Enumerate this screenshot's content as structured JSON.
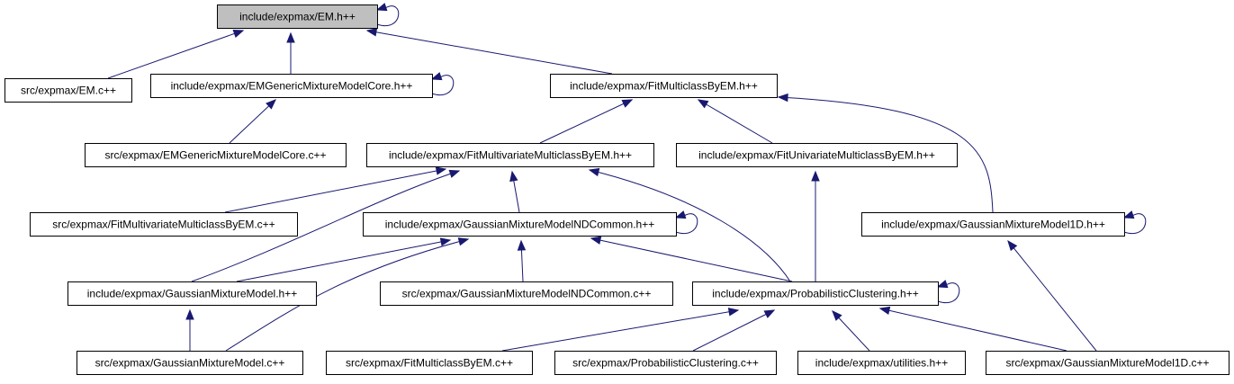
{
  "diagram": {
    "title": "",
    "nodes": [
      {
        "id": "em_h",
        "label": "include/expmax/EM.h++",
        "highlighted": true
      },
      {
        "id": "em_c",
        "label": "src/expmax/EM.c++"
      },
      {
        "id": "core_h",
        "label": "include/expmax/EMGenericMixtureModelCore.h++"
      },
      {
        "id": "fitmc_h",
        "label": "include/expmax/FitMulticlassByEM.h++"
      },
      {
        "id": "core_c",
        "label": "src/expmax/EMGenericMixtureModelCore.c++"
      },
      {
        "id": "fitmv_h",
        "label": "include/expmax/FitMultivariateMulticlassByEM.h++"
      },
      {
        "id": "fituv_h",
        "label": "include/expmax/FitUnivariateMulticlassByEM.h++"
      },
      {
        "id": "fitmv_c",
        "label": "src/expmax/FitMultivariateMulticlassByEM.c++"
      },
      {
        "id": "gmmnd_h",
        "label": "include/expmax/GaussianMixtureModelNDCommon.h++"
      },
      {
        "id": "gmm1d_h",
        "label": "include/expmax/GaussianMixtureModel1D.h++"
      },
      {
        "id": "gmm_h",
        "label": "include/expmax/GaussianMixtureModel.h++"
      },
      {
        "id": "gmmnd_c",
        "label": "src/expmax/GaussianMixtureModelNDCommon.c++"
      },
      {
        "id": "pc_h",
        "label": "include/expmax/ProbabilisticClustering.h++"
      },
      {
        "id": "gmm_c",
        "label": "src/expmax/GaussianMixtureModel.c++"
      },
      {
        "id": "fitmc_c",
        "label": "src/expmax/FitMulticlassByEM.c++"
      },
      {
        "id": "pc_c",
        "label": "src/expmax/ProbabilisticClustering.c++"
      },
      {
        "id": "util_h",
        "label": "include/expmax/utilities.h++"
      },
      {
        "id": "gmm1d_c",
        "label": "src/expmax/GaussianMixtureModel1D.c++"
      }
    ],
    "edges": [
      {
        "from": "em_h",
        "to": "em_h"
      },
      {
        "from": "em_c",
        "to": "em_h"
      },
      {
        "from": "core_h",
        "to": "em_h"
      },
      {
        "from": "fitmc_h",
        "to": "em_h"
      },
      {
        "from": "core_h",
        "to": "core_h"
      },
      {
        "from": "core_c",
        "to": "core_h"
      },
      {
        "from": "fitmv_h",
        "to": "fitmc_h"
      },
      {
        "from": "fituv_h",
        "to": "fitmc_h"
      },
      {
        "from": "gmm1d_h",
        "to": "fitmc_h"
      },
      {
        "from": "fitmv_c",
        "to": "fitmv_h"
      },
      {
        "from": "gmmnd_h",
        "to": "fitmv_h"
      },
      {
        "from": "gmm_h",
        "to": "fitmv_h"
      },
      {
        "from": "pc_h",
        "to": "fitmv_h"
      },
      {
        "from": "pc_h",
        "to": "fituv_h"
      },
      {
        "from": "gmmnd_h",
        "to": "gmmnd_h"
      },
      {
        "from": "gmm_h",
        "to": "gmmnd_h"
      },
      {
        "from": "gmmnd_c",
        "to": "gmmnd_h"
      },
      {
        "from": "pc_h",
        "to": "gmmnd_h"
      },
      {
        "from": "gmm_c",
        "to": "gmmnd_h"
      },
      {
        "from": "gmm1d_h",
        "to": "gmm1d_h"
      },
      {
        "from": "gmm1d_c",
        "to": "gmm1d_h"
      },
      {
        "from": "gmm_c",
        "to": "gmm_h"
      },
      {
        "from": "pc_h",
        "to": "pc_h"
      },
      {
        "from": "fitmc_c",
        "to": "pc_h"
      },
      {
        "from": "pc_c",
        "to": "pc_h"
      },
      {
        "from": "util_h",
        "to": "pc_h"
      },
      {
        "from": "gmm1d_c",
        "to": "pc_h"
      }
    ],
    "colors": {
      "edge": "#191970",
      "node_border": "#000000",
      "node_fill": "#ffffff",
      "root_fill": "#bfbfbf",
      "background": "#ffffff"
    }
  }
}
